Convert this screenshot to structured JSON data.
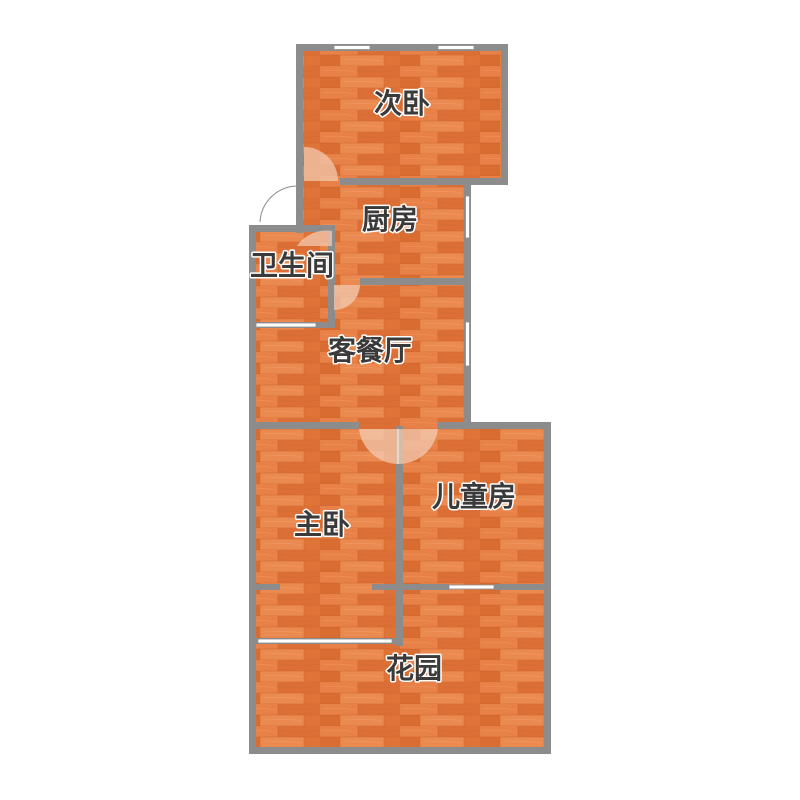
{
  "rooms": {
    "second_bedroom": "次卧",
    "kitchen": "厨房",
    "bathroom": "卫生间",
    "living_dining": "客餐厅",
    "master_bedroom": "主卧",
    "kids_room": "儿童房",
    "garden": "花园"
  },
  "colors": {
    "floor": "#e2763c",
    "floor_dark": "#c95f28",
    "floor_light": "#ee9258",
    "wall": "#8c8c8c",
    "window": "#ffffff",
    "door_arc": "#f3c9b0",
    "label": "#3a3a3a"
  }
}
